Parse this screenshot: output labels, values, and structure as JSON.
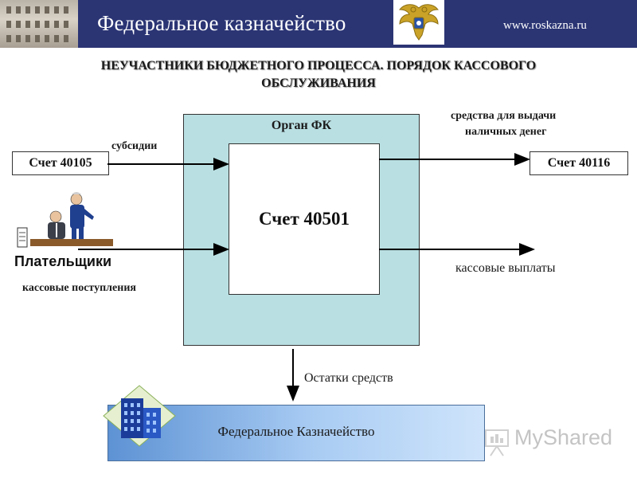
{
  "header": {
    "title": "Федеральное казначейство",
    "url": "www.roskazna.ru",
    "emblem_icon": "double-headed-eagle-emblem"
  },
  "slide": {
    "title_line1": "НЕУЧАСТНИКИ БЮДЖЕТНОГО ПРОЦЕССА. ПОРЯДОК КАССОВОГО",
    "title_line2": "ОБСЛУЖИВАНИЯ"
  },
  "diagram": {
    "organ_label": "Орган ФК",
    "center_account": "Счет 40501",
    "left_account": "Счет 40105",
    "right_account": "Счет 40116",
    "subsidies_label": "субсидии",
    "cash_out_line1": "средства для выдачи",
    "cash_out_line2": "наличных денег",
    "payers_label": "Плательщики",
    "cash_receipts_label": "кассовые поступления",
    "cash_payments_label": "кассовые выплаты",
    "balances_label": "Остатки средств",
    "treasury_label": "Федеральное Казначейство"
  },
  "watermark": {
    "text": "MyShared"
  },
  "colors": {
    "header_bg": "#2b3574",
    "organ_fill": "#b9dfe2",
    "treasury_fill": "#5d92d4"
  }
}
